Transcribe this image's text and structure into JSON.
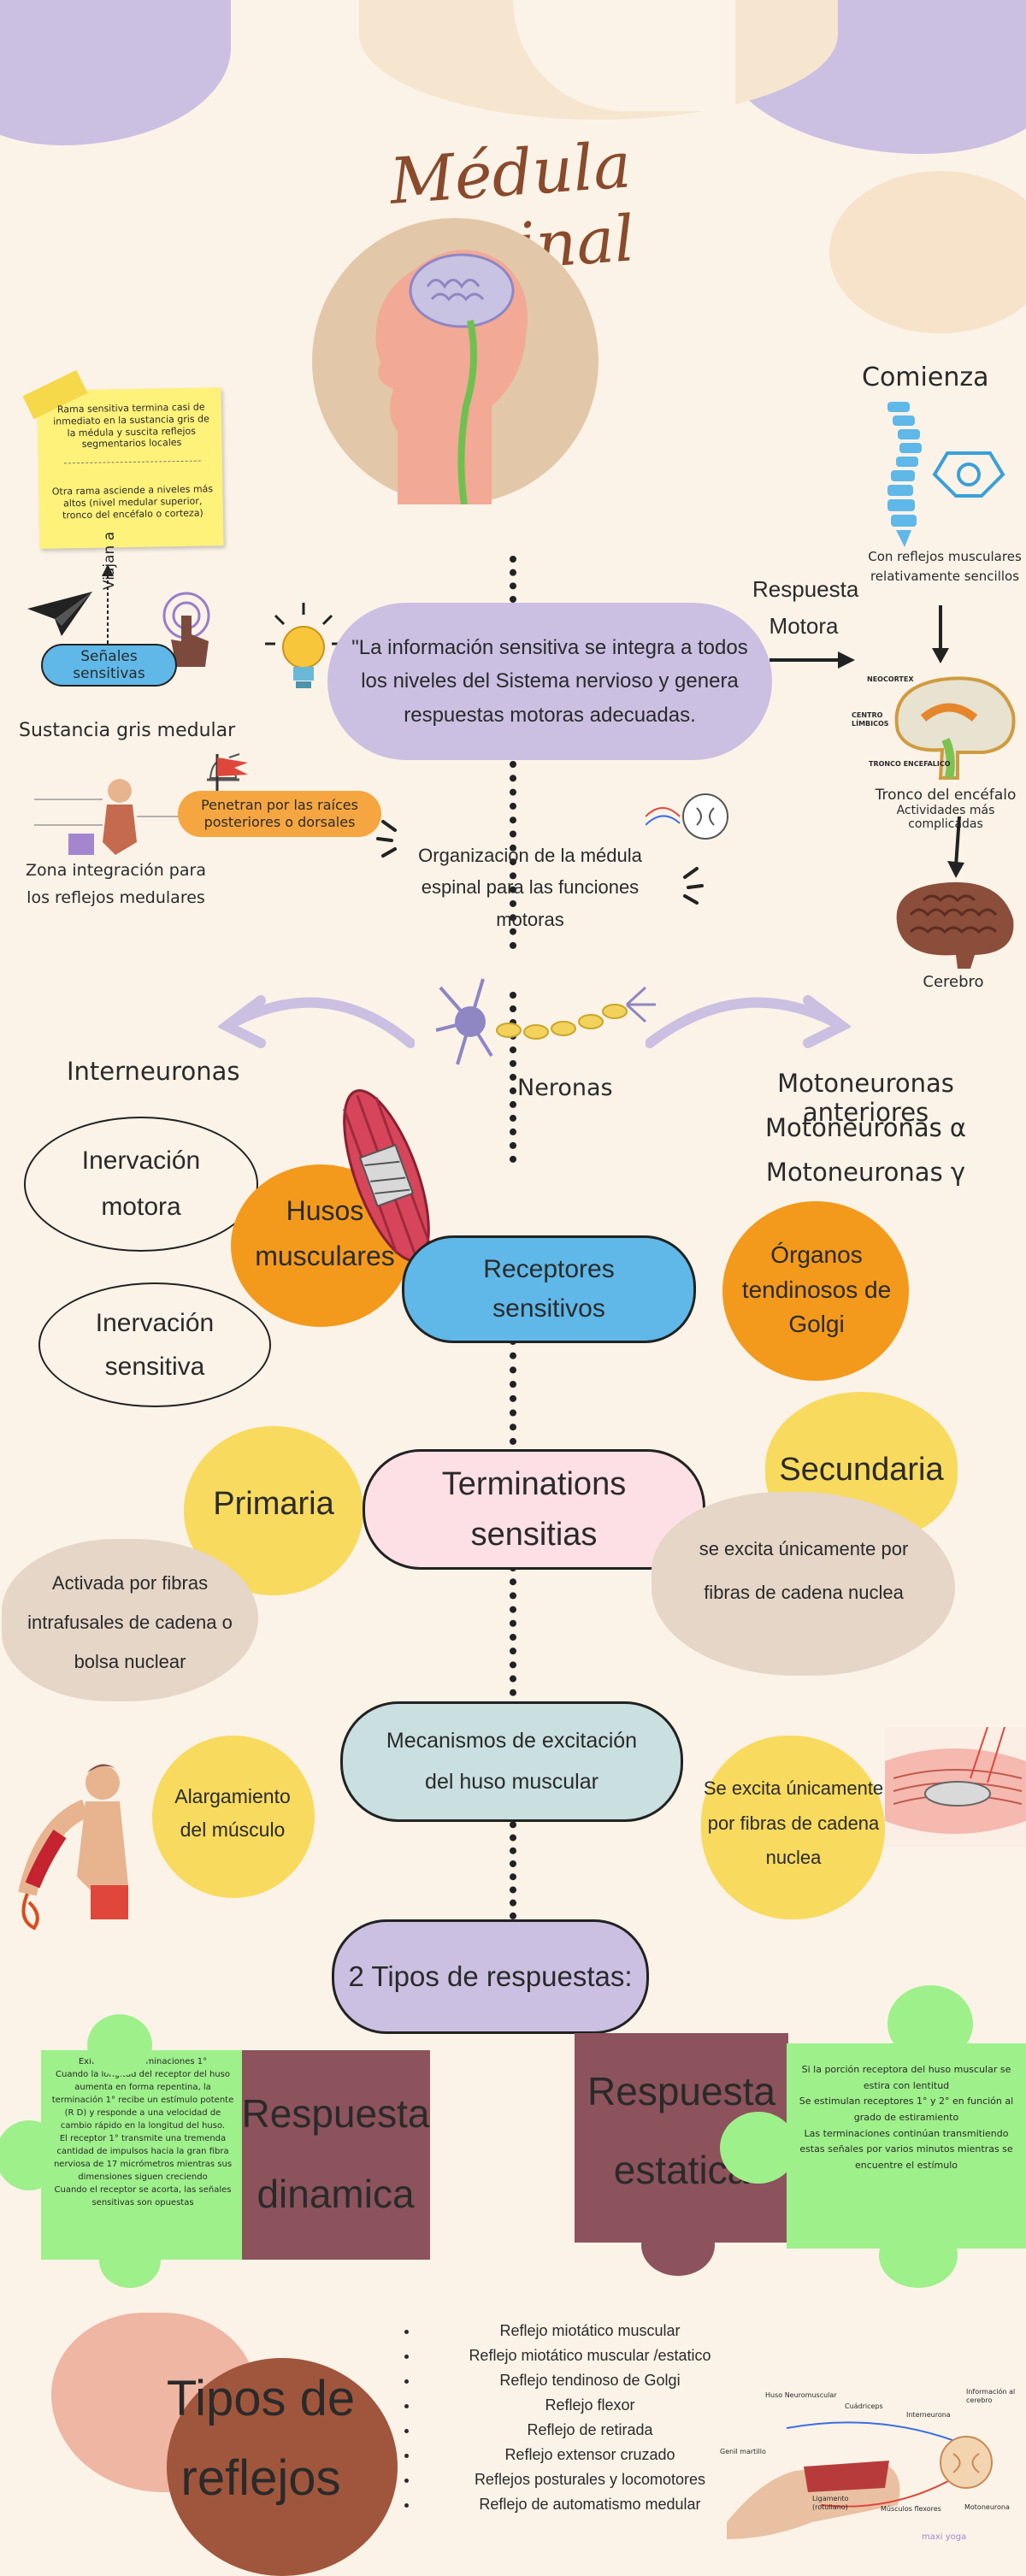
{
  "title": "Médula Espinal",
  "note": {
    "item1": "Rama sensitiva termina casi de inmediato en la sustancia gris de la médula y suscita reflejos segmentarios locales",
    "item2": "Otra rama asciende a niveles más altos (nivel medular superior, tronco del encéfalo o corteza)"
  },
  "viajan": "Viajan a",
  "senales": "Señales sensitivas",
  "sustancia": "Sustancia gris medular",
  "penetran": "Penetran por las raíces posteriores o dorsales",
  "zona": "Zona integración para los reflejos medulares",
  "central_statement": "\"La información sensitiva se integra a todos los niveles del Sistema nervioso y genera respuestas motoras adecuadas.",
  "organizacion": "Organización de la médula espinal para las funciones motoras",
  "comienza": "Comienza",
  "con_reflejos": "Con reflejos musculares relativamente sencillos",
  "respuesta_motora": "Respuesta Motora",
  "brain_labels": {
    "neocortex": "NEOCORTEX",
    "limbico": "CENTRO LÍMBICOS",
    "tronco_small": "TRONCO ENCEFALICO"
  },
  "tronco": "Tronco del encéfalo",
  "actividades": "Actividades más complicadas",
  "cerebro": "Cerebro",
  "interneuronas": "Interneuronas",
  "neronas": "Neronas",
  "motoneuronas": [
    "Motoneuronas anteriores",
    "Motoneuronas α",
    "Motoneuronas γ"
  ],
  "inervacion_motora": "Inervación motora",
  "inervacion_sensitiva": "Inervación sensitiva",
  "husos": "Husos musculares",
  "receptores": "Receptores sensitivos",
  "organos": "Órganos tendinosos de Golgi",
  "primaria": "Primaria",
  "terminations": "Terminations sensitias",
  "secundaria": "Secundaria",
  "activada": "Activada por fibras intrafusales de cadena o bolsa nuclear",
  "excita_sec": "se excita únicamente por fibras de cadena nuclea",
  "mecanismos": "Mecanismos de excitación del huso muscular",
  "alargamiento": "Alargamiento del músculo",
  "excita_unic": "Se excita únicamente por fibras de cadena nuclea",
  "tipos_respuestas": "2 Tipos de respuestas:",
  "dinamica_text": [
    "Exitación de terminaciones 1°",
    "Cuando la longitud del receptor del huso aumenta en forma repentina, la terminación 1° recibe un estímulo potente (R D) y responde a una velocidad de cambio rápido en la longitud del huso.",
    "El receptor 1° transmite una tremenda cantidad de impulsos hacia la gran fibra nerviosa de 17 micrómetros mientras sus dimensiones siguen creciendo",
    "Cuando el receptor se acorta, las señales sensitivas son opuestas"
  ],
  "respuesta_dinamica": "Respuesta dinamica",
  "respuesta_estatica": "Respuesta estatica",
  "estatica_text": [
    "Si la porción receptora del huso muscular se estira con lentitud",
    "Se estimulan receptores 1° y 2° en función al grado de estiramiento",
    "Las terminaciones continúan transmitiendo estas señales por varios minutos mientras se encuentre el estímulo"
  ],
  "tipos_reflejos": "Tipos de reflejos",
  "reflejos_list": [
    "Reflejo miotático muscular",
    "Reflejo miotático muscular /estatico",
    "Reflejo tendinoso de Golgi",
    "Reflejo flexor",
    "Reflejo de retirada",
    "Reflejo extensor cruzado",
    "Reflejos posturales y locomotores",
    "Reflejo de automatismo medular"
  ],
  "reflex_labels": {
    "huso": "Huso Neuromuscular",
    "cuadriceps": "Cuádriceps",
    "interneurona": "Interneurona",
    "gen_martillo": "Genil martillo",
    "ligamento": "Ligamento (rotuliano)",
    "musculos": "Músculos flexores",
    "motoneurona": "Motoneurona",
    "informacion": "Información al cerebro",
    "brand": "maxi yoga"
  },
  "colors": {
    "background": "#fbf3e8",
    "lavender": "#cbbfe2",
    "orange": "#f39a1c",
    "yellow": "#f8da5e",
    "blue": "#5fb8e8",
    "pink": "#fde0e5",
    "teal": "#c9dfe0",
    "green": "#9ef08a",
    "maroon": "#8c535c",
    "title": "#8a4a2c",
    "skin": "#e2c8a8"
  }
}
